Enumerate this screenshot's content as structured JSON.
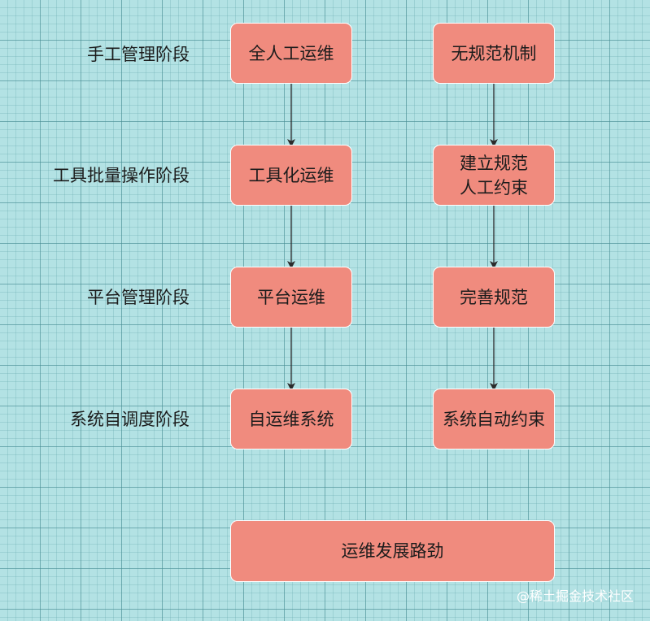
{
  "stages": [
    "手工管理阶段",
    "工具批量操作阶段",
    "平台管理阶段",
    "系统自调度阶段"
  ],
  "ops_column": [
    "全人工运维",
    "工具化运维",
    "平台运维",
    "自运维系统"
  ],
  "norm_column": [
    "无规范机制",
    "建立规范\n人工约束",
    "完善规范",
    "系统自动约束"
  ],
  "summary": "运维发展路劲",
  "watermark": "@稀土掘金技术社区",
  "colors": {
    "background": "#b3e2e4",
    "box_fill": "#f08b7e",
    "box_border": "#ffffff",
    "arrow": "#2b2b2b"
  }
}
